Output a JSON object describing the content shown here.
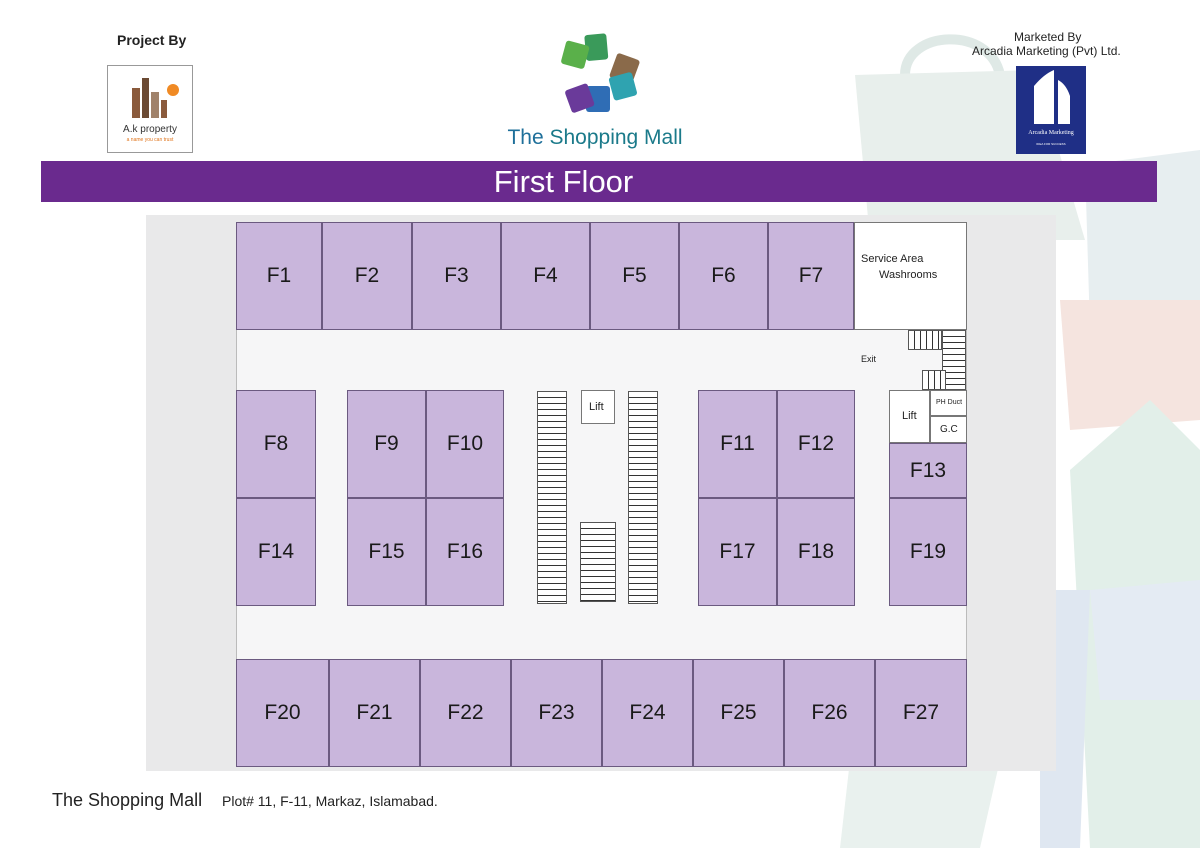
{
  "header": {
    "project_by": "Project By",
    "developer_name": "A.k property",
    "developer_tagline": "a name you can trust",
    "mall_title_prefix": "The",
    "mall_title_rest": "Shopping Mall",
    "marketed_by": "Marketed By",
    "marketing_company": "Arcadia Marketing (Pvt) Ltd.",
    "marketing_logo_name": "Arcadia Marketing",
    "marketing_logo_tag": "IDEA FOR SUCCESS"
  },
  "floor_title": "First Floor",
  "plan": {
    "top_row": [
      "F1",
      "F2",
      "F3",
      "F4",
      "F5",
      "F6",
      "F7"
    ],
    "service_area": "Service Area",
    "washrooms": "Washrooms",
    "exit": "Exit",
    "lift_center": "Lift",
    "lift_right": "Lift",
    "ph_duct": "PH Duct",
    "gc": "G.C",
    "left_block": [
      "F8",
      "F14"
    ],
    "mid_left_block": [
      "F9",
      "F10",
      "F15",
      "F16"
    ],
    "mid_right_block": [
      "F11",
      "F12",
      "F17",
      "F18"
    ],
    "right_block": [
      "F13",
      "F19"
    ],
    "bottom_row": [
      "F20",
      "F21",
      "F22",
      "F23",
      "F24",
      "F25",
      "F26",
      "F27"
    ]
  },
  "footer": {
    "name": "The Shopping Mall",
    "address": "Plot# 11, F-11, Markaz, Islamabad."
  },
  "colors": {
    "band": "#6a2a8e",
    "shop": "#c9b6dc",
    "mall_title": "#1b7a8a",
    "marketing_logo": "#1f2f86"
  }
}
